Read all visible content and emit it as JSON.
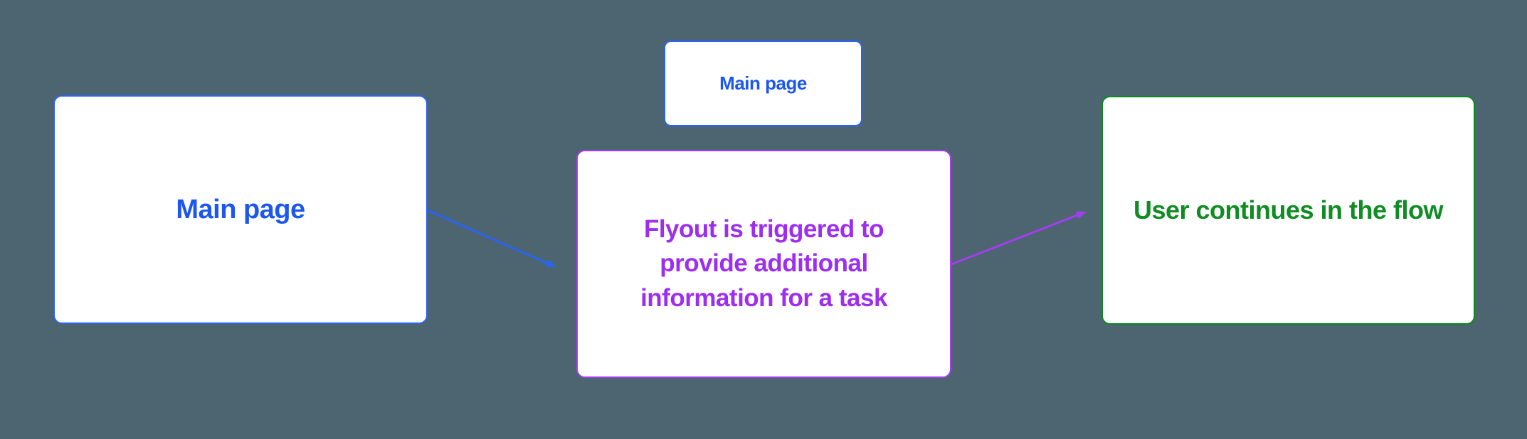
{
  "nodes": {
    "main_page_large": {
      "label": "Main page"
    },
    "main_page_small": {
      "label": "Main page"
    },
    "flyout": {
      "label": "Flyout is triggered to provide additional information for a task"
    },
    "user_flow": {
      "label": "User continues in the flow"
    }
  },
  "connectors": {
    "main_to_flyout": {
      "from": "main_page_large",
      "to": "flyout",
      "color": "#2a63f4"
    },
    "flyout_to_user_flow": {
      "from": "flyout",
      "to": "user_flow",
      "color": "#a43df2"
    }
  },
  "colors": {
    "background": "#4c6570",
    "node_fill": "#ffffff",
    "blue_border": "#2a63f4",
    "blue_text": "#1c57ee",
    "purple_border": "#a43df2",
    "purple_text": "#9d2ef0",
    "green_border": "#0c8a1d",
    "green_text": "#0f8c22"
  }
}
